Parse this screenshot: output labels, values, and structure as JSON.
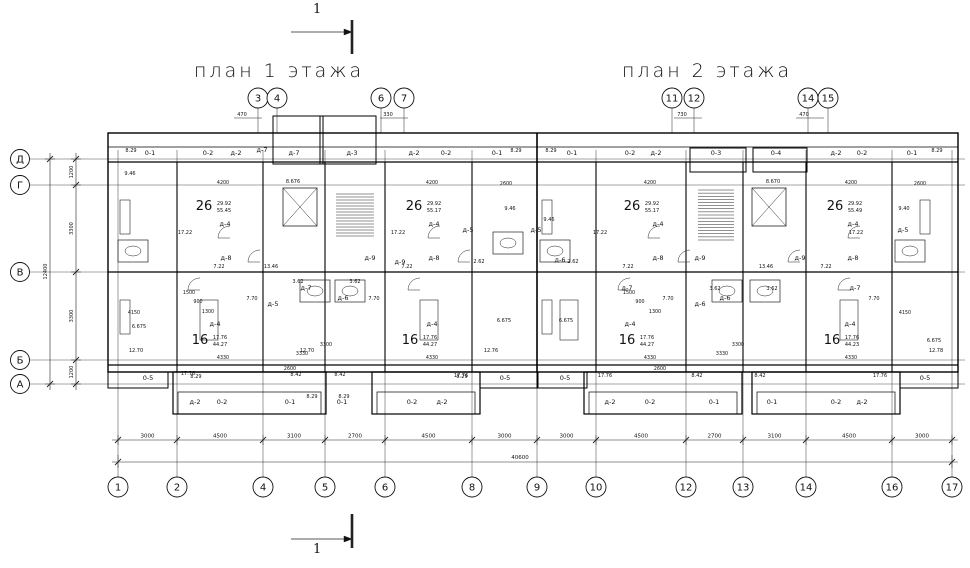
{
  "titles": {
    "floor1": "план 1 этажа",
    "floor2": "план 2 этажа"
  },
  "section_marks": {
    "top": "1",
    "bottom": "1"
  },
  "axes": {
    "bottom": [
      "1",
      "2",
      "4",
      "5",
      "6",
      "8",
      "9",
      "10",
      "12",
      "13",
      "14",
      "16",
      "17"
    ],
    "top": [
      "3",
      "4",
      "6",
      "7",
      "11",
      "12",
      "14",
      "15"
    ],
    "left": [
      "Д",
      "Г",
      "В",
      "Б",
      "А"
    ]
  },
  "dimensions": {
    "spans": [
      "3000",
      "4500",
      "3100",
      "2700",
      "4500",
      "3000",
      "3000",
      "4500",
      "2700",
      "3100",
      "4500",
      "3000"
    ],
    "overall": "40600",
    "left_chain": [
      "1200",
      "3300",
      "3300",
      "1200"
    ],
    "left_total": "12400",
    "top_offsets": [
      "470",
      "330",
      "730",
      "470"
    ]
  },
  "room_marks": {
    "windows_top": [
      "0-1",
      "0-2",
      "д-2",
      "д-7",
      "д-3",
      "д-2",
      "0-2",
      "0-1",
      "0-1",
      "0-2",
      "д-2",
      "0-3",
      "0-4",
      "д-2",
      "0-2",
      "0-1"
    ],
    "windows_bottom": [
      "0-5",
      "д-2",
      "0-2",
      "0-1",
      "0-1",
      "0-2",
      "д-2",
      "0-5",
      "0-5",
      "д-2",
      "0-2",
      "0-1",
      "0-1",
      "0-2",
      "д-2",
      "0-5"
    ],
    "doors": [
      "д-4",
      "д-4",
      "д-4",
      "д-4",
      "д-4",
      "д-4",
      "д-4",
      "д-4",
      "д-7",
      "д-7",
      "д-7",
      "д-7",
      "д-8",
      "д-8",
      "д-8",
      "д-8",
      "д-9",
      "д-9",
      "д-9",
      "д-9",
      "д-5",
      "д-5",
      "д-5",
      "д-5",
      "д-6",
      "д-6",
      "д-6",
      "д-6"
    ]
  },
  "apartments": {
    "big_number": [
      "26",
      "26",
      "26",
      "26"
    ],
    "big_area": [
      "29.92",
      "29.92",
      "29.92",
      "29.92"
    ],
    "big_living": [
      "55.45",
      "55.17",
      "55.17",
      "55.49"
    ],
    "small_number": [
      "16",
      "16",
      "16",
      "16"
    ],
    "small_area": [
      "17.76",
      "17.76",
      "17.76",
      "17.76"
    ],
    "small_living": [
      "44.27",
      "44.27",
      "44.27",
      "44.23"
    ]
  },
  "areas": {
    "balcony": [
      "8.29",
      "8.29",
      "8.29",
      "8.29",
      "8.29",
      "8.29",
      "8.29",
      "8.29"
    ],
    "kitchen": [
      "9.46",
      "9.46",
      "9.46",
      "9.40"
    ],
    "kitchen_bottom": [
      "6.675",
      "6.675",
      "6.675",
      "6.675"
    ],
    "hall": [
      "7.22",
      "7.22",
      "7.22",
      "7.22"
    ],
    "corridor_big": [
      "17.22",
      "17.22",
      "17.22",
      "17.22"
    ],
    "corridor_small": [
      "7.70",
      "7.70",
      "7.70",
      "7.70"
    ],
    "loggia": [
      "17.76",
      "17.76",
      "17.76",
      "17.76"
    ],
    "bath": [
      "8.42",
      "8.42",
      "8.42",
      "8.42"
    ],
    "wc": [
      "3.62",
      "3.62",
      "3.62",
      "3.62"
    ],
    "stair": [
      "8.676",
      "8.670"
    ],
    "lobby": [
      "13.46",
      "13.46"
    ],
    "other": [
      "12.70",
      "12.70",
      "12.76",
      "12.78",
      "2.62",
      "2.62"
    ]
  },
  "inner_dims": [
    "4330",
    "4330",
    "4330",
    "4330",
    "4200",
    "4200",
    "4200",
    "4200",
    "2600",
    "2600",
    "1300",
    "1300",
    "900",
    "900",
    "1500",
    "1500",
    "3330",
    "3330",
    "3300",
    "3300",
    "4150",
    "4150",
    "2600",
    "2600"
  ]
}
